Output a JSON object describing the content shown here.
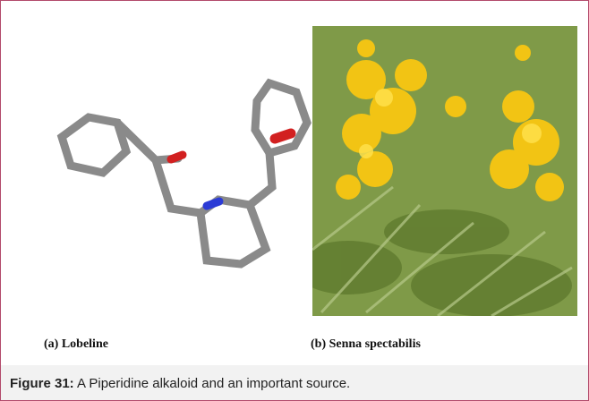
{
  "figure": {
    "label_a": "(a) Lobeline",
    "label_b": "(b) Senna spectabilis",
    "caption_label": "Figure 31:",
    "caption_text": " A Piperidine alkaloid and an important source."
  },
  "atoms": {
    "nitrogen": "N",
    "oxygen": "O"
  },
  "colors": {
    "bond": "#8a8a8a",
    "nitrogen": "#2b3bd6",
    "oxygen": "#d22020",
    "border": "#b24a6b",
    "caption_bg": "#f2f2f2"
  }
}
